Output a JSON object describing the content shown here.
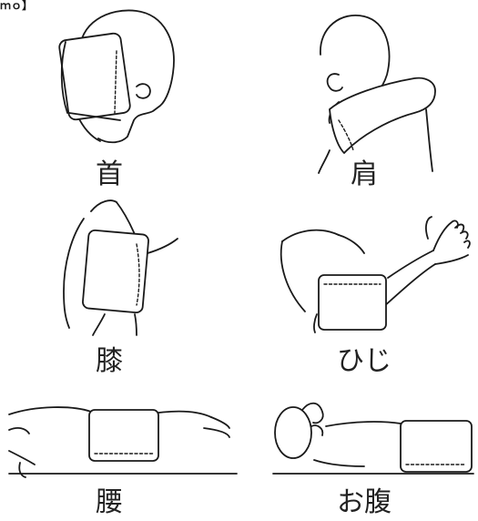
{
  "header_fragment": "ｍｏ】",
  "panels": [
    {
      "label": "首"
    },
    {
      "label": "肩"
    },
    {
      "label": "膝"
    },
    {
      "label": "ひじ"
    },
    {
      "label": "腰"
    },
    {
      "label": "お腹"
    }
  ]
}
